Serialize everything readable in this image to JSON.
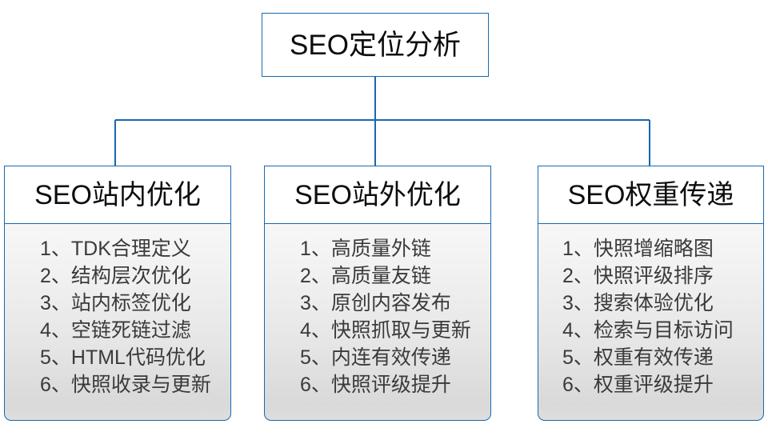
{
  "diagram": {
    "type": "org-tree",
    "orientation": "top-down",
    "line_color": "#1668b3",
    "box_border_color": "#1668b3",
    "header_fill": "#ffffff",
    "body_fill_top": "#f7f7f7",
    "body_fill_bottom": "#d9d9d9",
    "root": {
      "label": "SEO定位分析"
    },
    "branches": [
      {
        "id": "on-site",
        "header": "SEO站内优化",
        "items": [
          "1、TDK合理定义",
          "2、结构层次优化",
          "3、站内标签优化",
          "4、空链死链过滤",
          "5、HTML代码优化",
          "6、快照收录与更新"
        ]
      },
      {
        "id": "off-site",
        "header": "SEO站外优化",
        "items": [
          "1、高质量外链",
          "2、高质量友链",
          "3、原创内容发布",
          "4、快照抓取与更新",
          "5、内连有效传递",
          "6、快照评级提升"
        ]
      },
      {
        "id": "weight-transfer",
        "header": "SEO权重传递",
        "items": [
          "1、快照增缩略图",
          "2、快照评级排序",
          "3、搜索体验优化",
          "4、检索与目标访问",
          "5、权重有效传递",
          "6、权重评级提升"
        ]
      }
    ]
  }
}
